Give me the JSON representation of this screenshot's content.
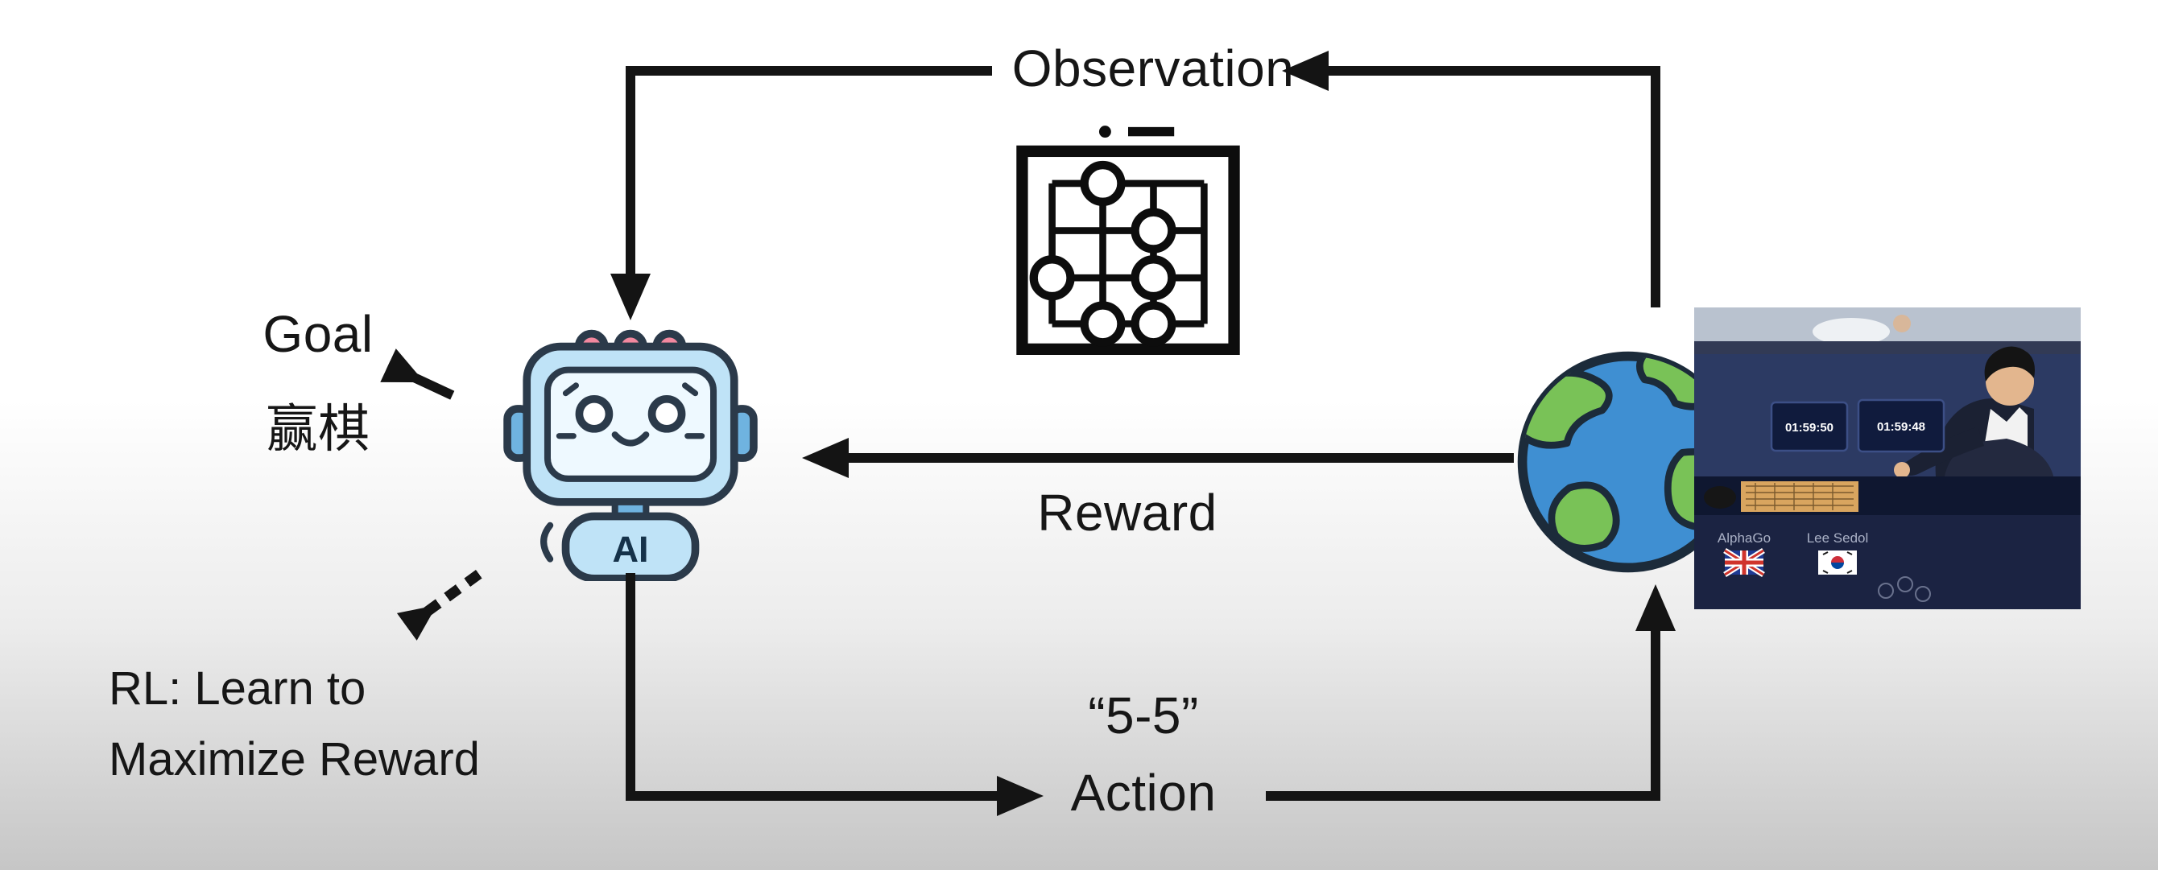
{
  "labels": {
    "observation": "Observation",
    "reward": "Reward",
    "action_move": "“5-5”",
    "action": "Action",
    "goal": "Goal",
    "goal_zh": "赢棋",
    "rl_line1": "RL: Learn to",
    "rl_line2": "Maximize Reward"
  },
  "agent": {
    "badge": "AI"
  },
  "photo": {
    "player_left": "AlphaGo",
    "player_right": "Lee Sedol",
    "timer_left": "01:59:50",
    "timer_right": "01:59:48"
  },
  "palette": {
    "arrow": "#141414",
    "robot_blue": "#bfe3f7",
    "robot_screen": "#eef9ff",
    "robot_pink": "#f2889f",
    "earth_ocean": "#3f8fd2",
    "earth_land": "#79c257",
    "photo_navy": "#242f4e",
    "background_bottom": "#c6c6c6"
  }
}
